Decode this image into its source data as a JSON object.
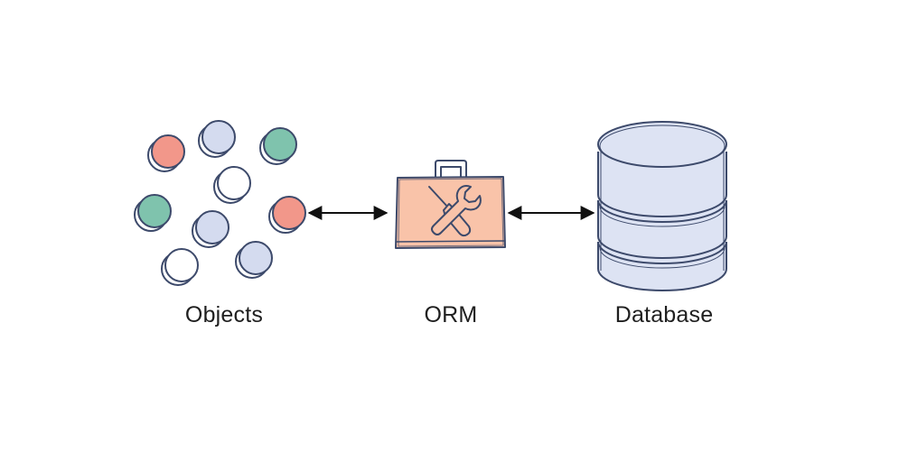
{
  "labels": {
    "objects": "Objects",
    "orm": "ORM",
    "database": "Database"
  },
  "colors": {
    "ink": "#3d4a6b",
    "coin_coral": "#f2978a",
    "coin_teal": "#7fc3ad",
    "coin_lavender": "#d4dbef",
    "coin_white": "#ffffff",
    "toolbox_fill": "#f9c3a9",
    "database_fill": "#dde3f3",
    "arrow": "#111111"
  },
  "objects": [
    {
      "color": "coral"
    },
    {
      "color": "lavender"
    },
    {
      "color": "teal"
    },
    {
      "color": "white"
    },
    {
      "color": "teal"
    },
    {
      "color": "lavender"
    },
    {
      "color": "coral"
    },
    {
      "color": "white"
    },
    {
      "color": "lavender"
    }
  ],
  "icons": {
    "toolbox": "toolbox-icon",
    "wrench": "wrench-icon",
    "screwdriver": "screwdriver-icon",
    "database": "database-icon"
  }
}
